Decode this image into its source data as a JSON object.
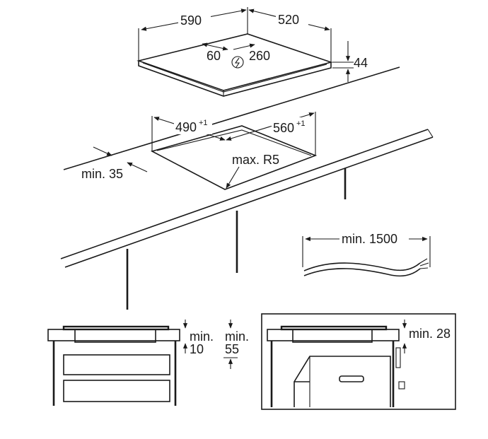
{
  "hob": {
    "width": "590",
    "depth": "520",
    "height": "44",
    "cable_offset": "60",
    "cable_offset_2": "260"
  },
  "cutout": {
    "width": "490",
    "width_tol": "+1",
    "depth": "560",
    "depth_tol": "+1",
    "front_margin": "min. 35",
    "corner_radius": "max. R5"
  },
  "cable": {
    "length": "min. 1500"
  },
  "install_left": {
    "gap_a_line1": "min.",
    "gap_a_line2": "10",
    "gap_b_line1": "min.",
    "gap_b_line2": "55"
  },
  "install_right": {
    "gap": "min. 28"
  },
  "icons": [
    "electrical-connection-icon"
  ]
}
